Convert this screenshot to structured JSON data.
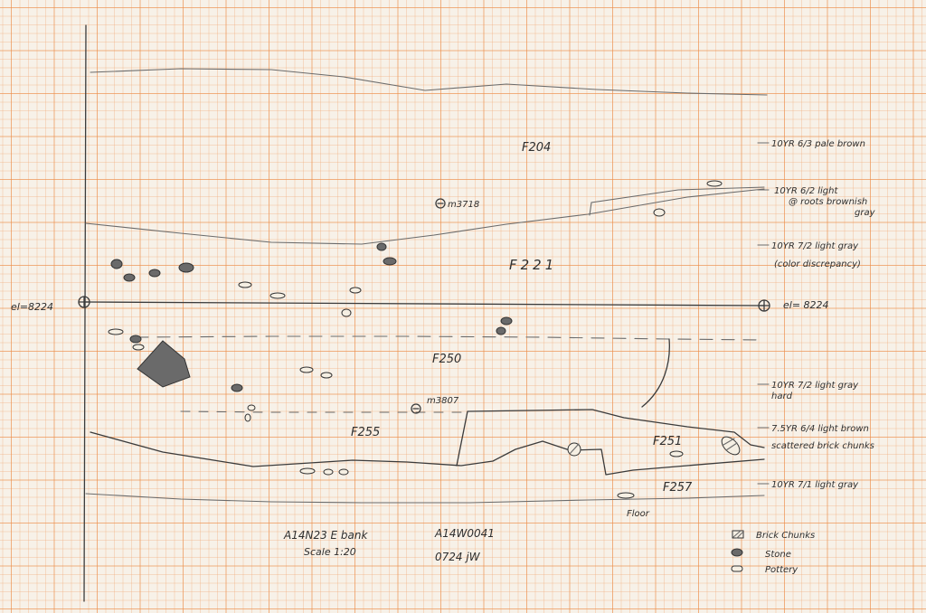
{
  "datum": {
    "left_label": "el=8224",
    "right_label": "el= 8224"
  },
  "features": {
    "f204": "F204",
    "f221": "F221",
    "f250": "F250",
    "f255": "F255",
    "f251": "F251",
    "f257": "F257"
  },
  "points": {
    "m3718": "m3718",
    "m3807": "m3807"
  },
  "layer_notes": {
    "n1": "10YR 6/3 pale brown",
    "n2a": "10YR 6/2 light",
    "n2b": "@ roots brownish",
    "n2c": "gray",
    "n3a": "10YR 7/2 light gray",
    "n3b": "(color discrepancy)",
    "n4a": "10YR 7/2 light gray",
    "n4b": "hard",
    "n5a": "7.5YR 6/4 light brown",
    "n5b": "scattered brick chunks",
    "n6": "10YR 7/1 light gray"
  },
  "floor_label": "Floor",
  "title_block": {
    "unit": "A14N23 E bank",
    "scale": "Scale 1:20",
    "sheet": "A14W0041",
    "date": "0724 jW"
  },
  "legend": {
    "brick": "Brick Chunks",
    "stone": "Stone",
    "pottery": "Pottery"
  }
}
